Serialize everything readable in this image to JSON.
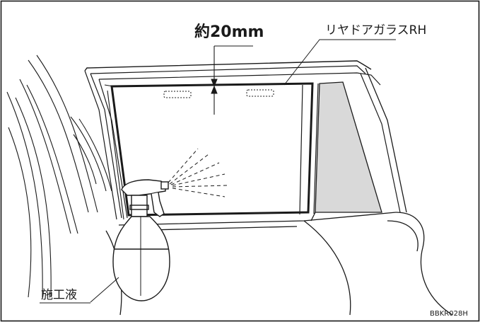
{
  "labels": {
    "dimension": "約20mm",
    "part_name": "リヤドアガラスRH",
    "solution": "施工液",
    "figure_code": "BBKR028H"
  },
  "colors": {
    "line": "#1a1a1a",
    "quarter_glass": "#d9d9d9",
    "background": "#ffffff"
  },
  "icons": {
    "spray": "spray-bottle-icon"
  }
}
